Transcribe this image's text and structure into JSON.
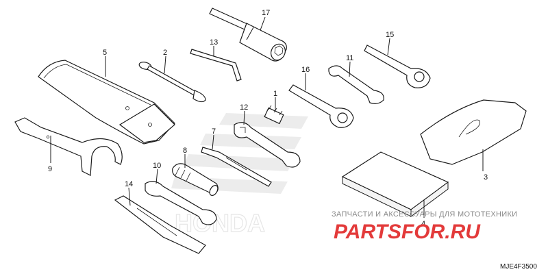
{
  "parts": [
    {
      "id": "p1",
      "number": "1"
    },
    {
      "id": "p2",
      "number": "2"
    },
    {
      "id": "p3",
      "number": "3"
    },
    {
      "id": "p4",
      "number": "4"
    },
    {
      "id": "p5",
      "number": "5"
    },
    {
      "id": "p7",
      "number": "7"
    },
    {
      "id": "p8",
      "number": "8"
    },
    {
      "id": "p9",
      "number": "9"
    },
    {
      "id": "p10",
      "number": "10"
    },
    {
      "id": "p11",
      "number": "11"
    },
    {
      "id": "p12",
      "number": "12"
    },
    {
      "id": "p13",
      "number": "13"
    },
    {
      "id": "p14",
      "number": "14"
    },
    {
      "id": "p15",
      "number": "15"
    },
    {
      "id": "p16",
      "number": "16"
    },
    {
      "id": "p17",
      "number": "17"
    }
  ],
  "watermark": {
    "tagline": "ЗАПЧАСТИ И АКСЕССУАРЫ ДЛЯ МОТОТЕХНИКИ",
    "logo": "PARTSFOR.RU",
    "brand": "HONDA"
  },
  "diagram_code": "MJE4F3500",
  "colors": {
    "line": "#1a1a1a",
    "watermark_red": "#e33a3a",
    "watermark_gray": "#8a8a8a",
    "background": "#ffffff"
  }
}
